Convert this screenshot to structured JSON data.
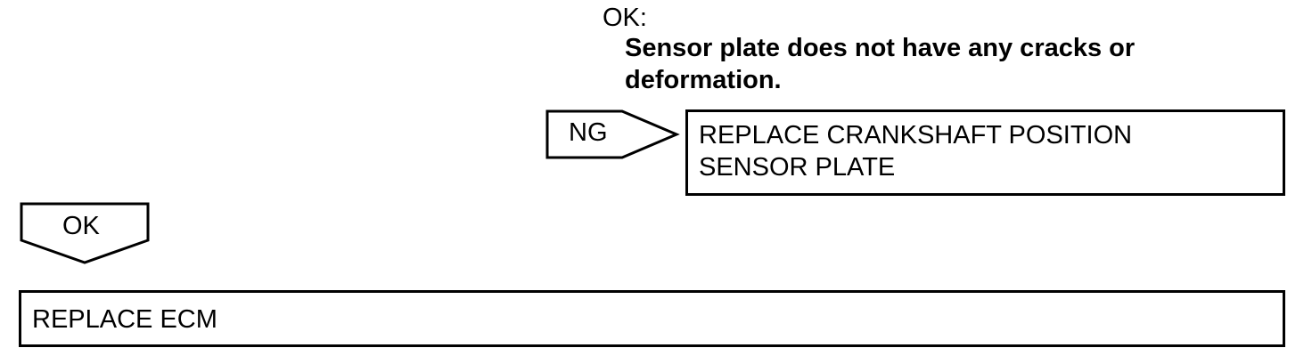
{
  "criteria": {
    "label": "OK:",
    "line1": "Sensor plate does not have any cracks or",
    "line2": "deformation."
  },
  "ng_branch": {
    "label": "NG",
    "result_line1": "REPLACE CRANKSHAFT POSITION",
    "result_line2": "SENSOR PLATE"
  },
  "ok_branch": {
    "label": "OK",
    "result": "REPLACE ECM"
  }
}
